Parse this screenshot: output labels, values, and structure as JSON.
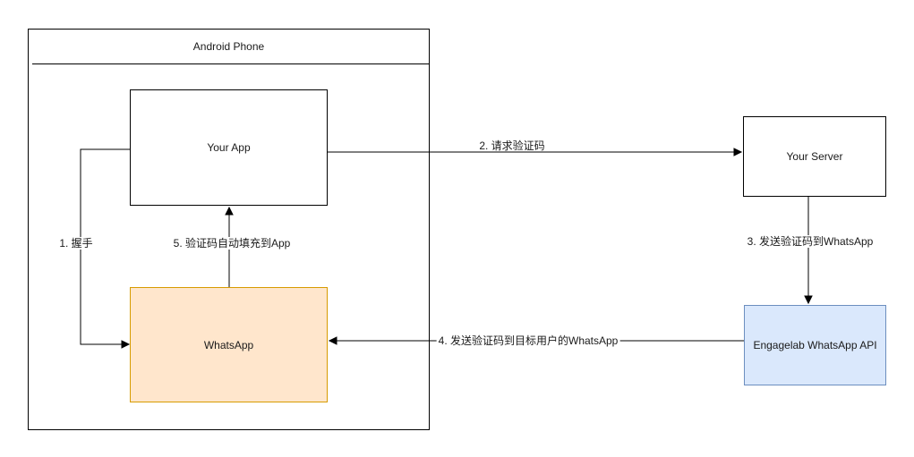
{
  "diagram": {
    "container": {
      "title": "Android Phone"
    },
    "nodes": {
      "your_app": {
        "label": "Your App"
      },
      "whatsapp": {
        "label": "WhatsApp",
        "fill": "#FFE6CC",
        "border": "#D79B00"
      },
      "your_server": {
        "label": "Your Server"
      },
      "engagelab": {
        "label": "Engagelab WhatsApp API",
        "fill": "#DAE8FC",
        "border": "#6C8EBF"
      }
    },
    "edges": {
      "e1": {
        "label": "1. 握手"
      },
      "e2": {
        "label": "2. 请求验证码"
      },
      "e3": {
        "label": "3. 发送验证码到WhatsApp"
      },
      "e4": {
        "label": "4. 发送验证码到目标用户的WhatsApp"
      },
      "e5": {
        "label": "5. 验证码自动填充到App"
      }
    }
  }
}
